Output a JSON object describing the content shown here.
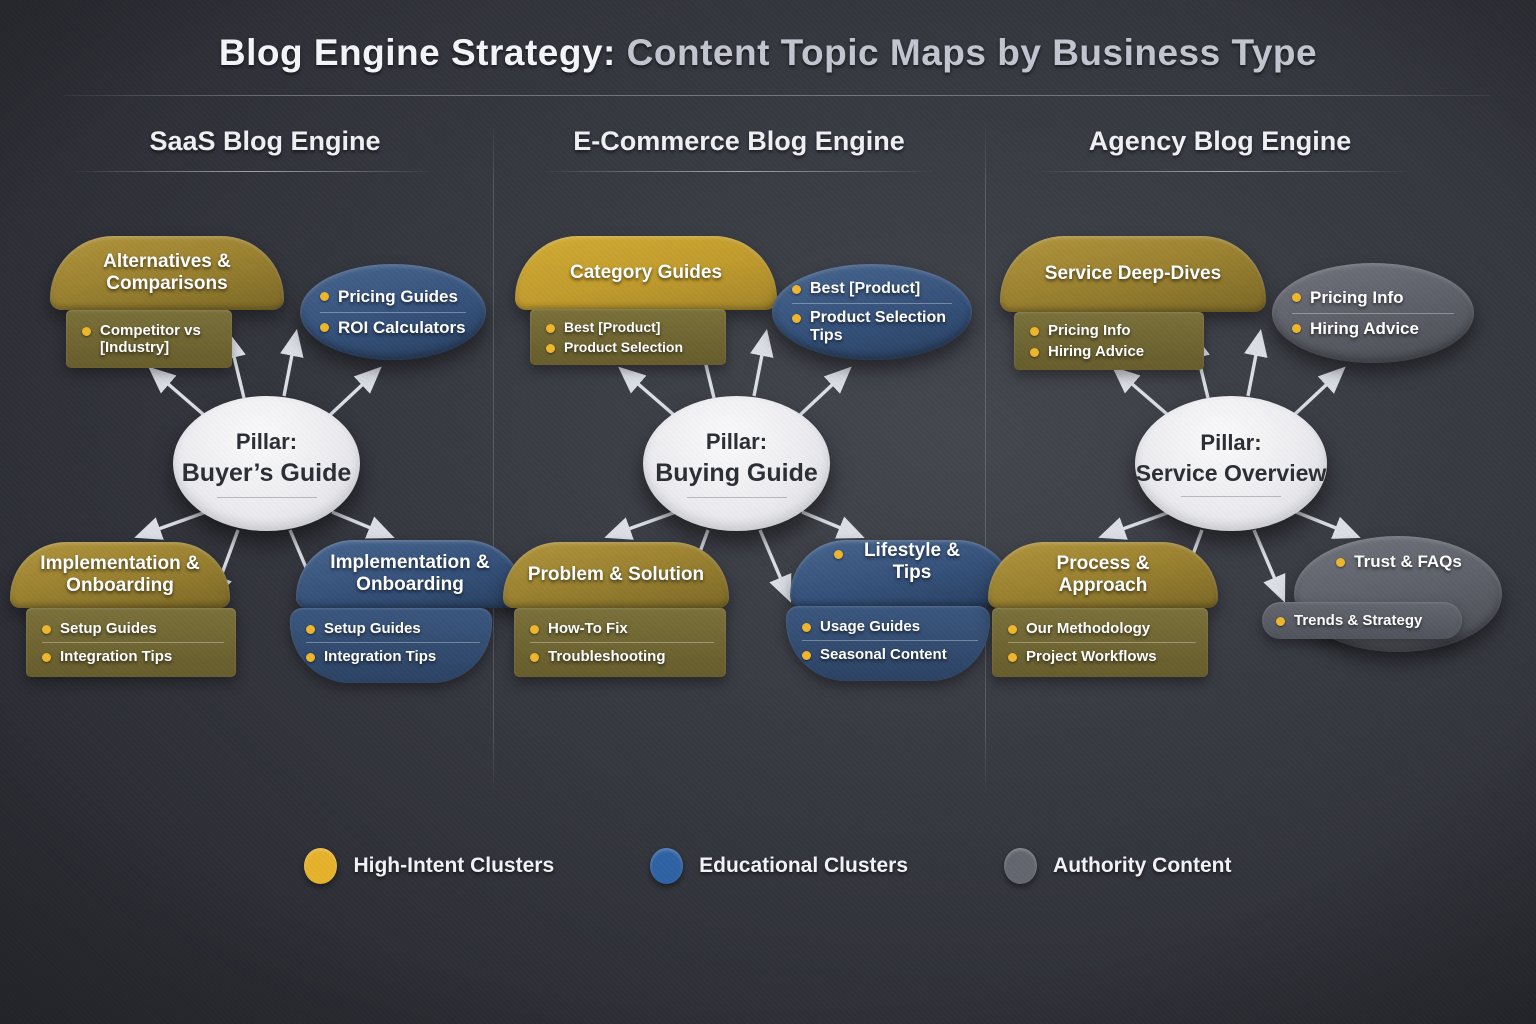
{
  "title": {
    "emphasis": "Blog Engine Strategy:",
    "rest": "Content Topic Maps by Business Type"
  },
  "columns": [
    {
      "header": "SaaS Blog Engine",
      "pillar": {
        "label": "Pillar:",
        "name": "Buyer’s Guide"
      },
      "topLeft": {
        "title": "Alternatives & Comparisons",
        "items": [
          "Competitor vs [Industry]"
        ]
      },
      "topRight": {
        "items": [
          "Pricing Guides",
          "ROI Calculators"
        ]
      },
      "bottomLeft": {
        "title": "Implementation & Onboarding",
        "items": [
          "Setup Guides",
          "Integration Tips"
        ]
      },
      "bottomRight": {
        "title": "Implementation & Onboarding",
        "items": [
          "Setup Guides",
          "Integration Tips"
        ]
      }
    },
    {
      "header": "E-Commerce Blog Engine",
      "pillar": {
        "label": "Pillar:",
        "name": "Buying Guide"
      },
      "topLeft": {
        "title": "Category Guides",
        "items": [
          "Best [Product]",
          "Product Selection"
        ]
      },
      "topRight": {
        "items": [
          "Best [Product]",
          "Product Selection Tips"
        ]
      },
      "bottomLeft": {
        "title": "Problem & Solution",
        "items": [
          "How-To Fix",
          "Troubleshooting"
        ]
      },
      "bottomRight": {
        "title": "Lifestyle & Tips",
        "items": [
          "Usage Guides",
          "Seasonal Content"
        ]
      }
    },
    {
      "header": "Agency Blog Engine",
      "pillar": {
        "label": "Pillar:",
        "name": "Service Overview"
      },
      "topLeft": {
        "title": "Service Deep-Dives",
        "items": [
          "Pricing Info",
          "Hiring Advice"
        ]
      },
      "topRight": {
        "items": [
          "Pricing Info",
          "Hiring Advice"
        ]
      },
      "bottomLeft": {
        "title": "Process & Approach",
        "items": [
          "Our Methodology",
          "Project Workflows"
        ]
      },
      "bottomRight": {
        "title": "Trust & FAQs",
        "items": [
          "Trends & Strategy"
        ]
      }
    }
  ],
  "legend": [
    {
      "label": "High-Intent Clusters",
      "color": "#e5b22b"
    },
    {
      "label": "Educational Clusters",
      "color": "#2f62a4"
    },
    {
      "label": "Authority Content",
      "color": "#63666e"
    }
  ]
}
